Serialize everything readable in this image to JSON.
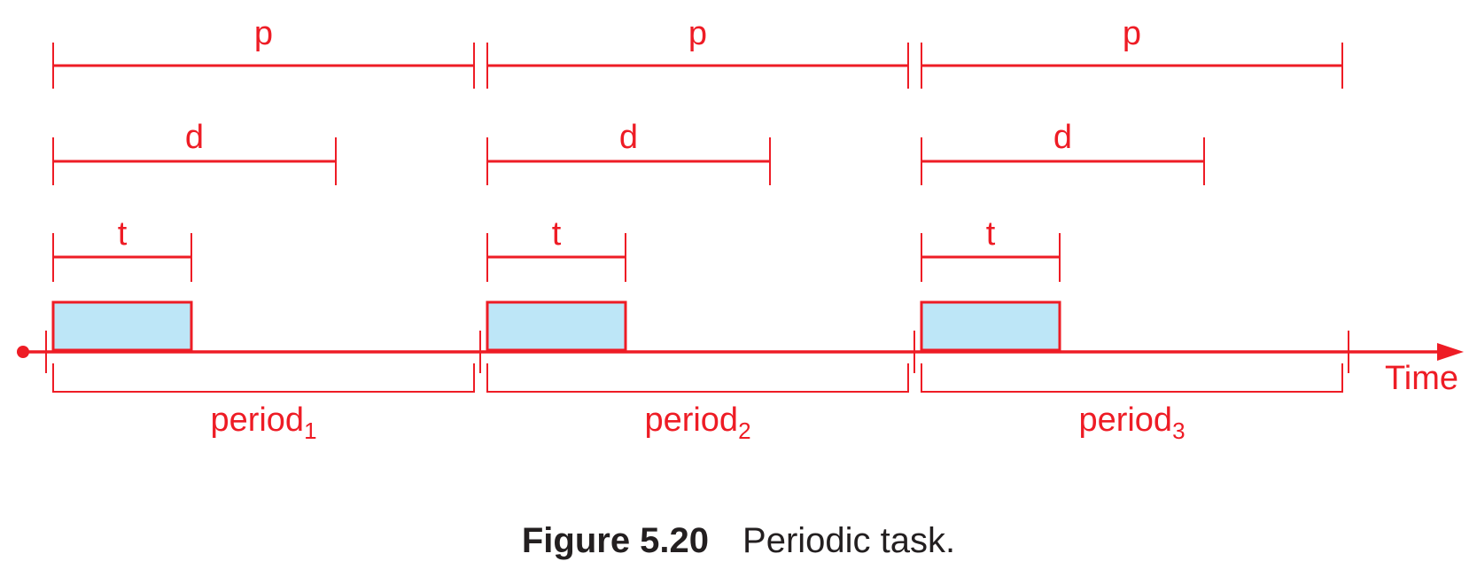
{
  "colors": {
    "line": "#ee1c25",
    "task_fill": "#bde6f7",
    "caption": "#231f20"
  },
  "diagram": {
    "axis_label": "Time",
    "spans": {
      "period": "p",
      "deadline": "d",
      "processing": "t"
    },
    "periods": [
      {
        "base": "period",
        "sub": "1"
      },
      {
        "base": "period",
        "sub": "2"
      },
      {
        "base": "period",
        "sub": "3"
      }
    ]
  },
  "caption": {
    "number": "Figure 5.20",
    "text": "Periodic task."
  }
}
